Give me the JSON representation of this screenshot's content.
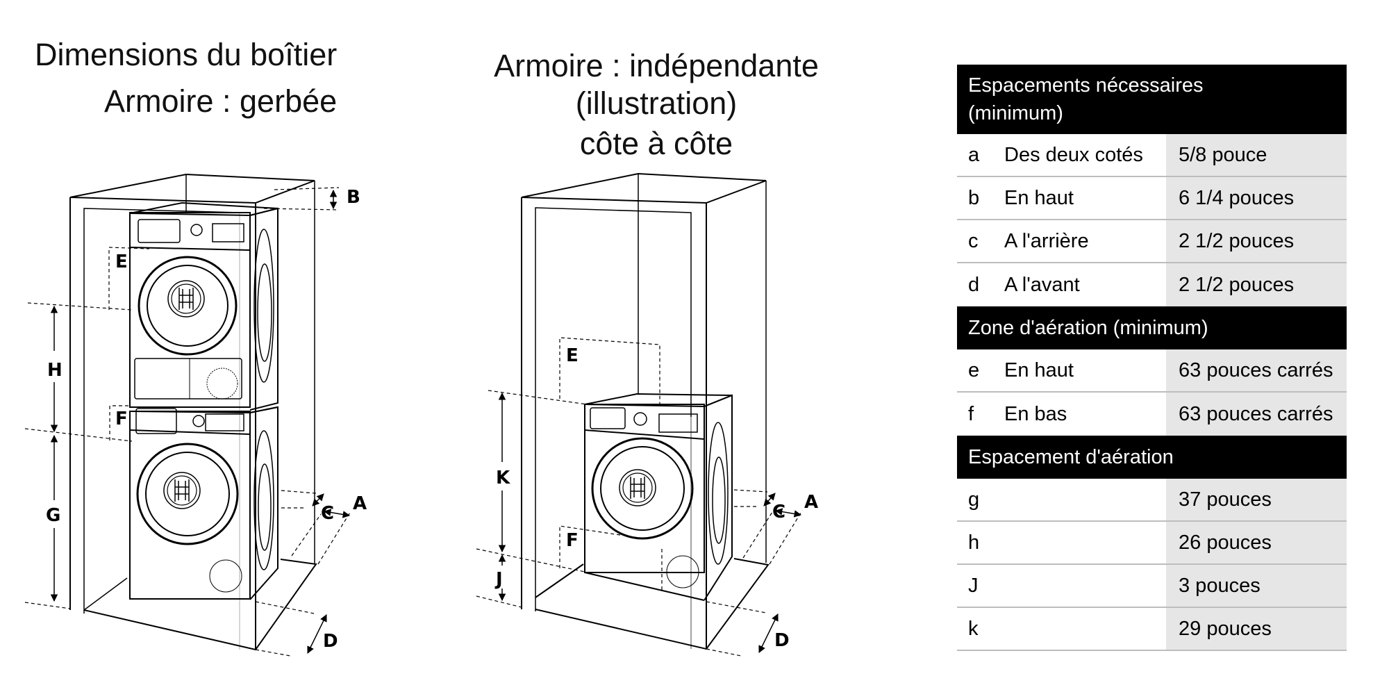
{
  "left_diagram": {
    "title_line1": "Dimensions du boîtier",
    "title_line2": "Armoire : gerbée",
    "labels": [
      "B",
      "E",
      "H",
      "F",
      "G",
      "C",
      "A",
      "D"
    ]
  },
  "middle_diagram": {
    "title_line1": "Armoire : indépendante",
    "title_line2": "(illustration)",
    "title_line3": "côte à côte",
    "labels": [
      "E",
      "K",
      "F",
      "J",
      "C",
      "A",
      "D"
    ]
  },
  "table": {
    "sections": [
      {
        "header": "Espacements nécessaires (minimum)",
        "header_line1": "Espacements nécessaires",
        "header_line2": "(minimum)",
        "rows": [
          {
            "code": "a",
            "label": "Des deux cotés",
            "value": "5/8 pouce"
          },
          {
            "code": "b",
            "label": "En haut",
            "value": "6 1/4 pouces"
          },
          {
            "code": "c",
            "label": "A l'arrière",
            "value": "2 1/2 pouces"
          },
          {
            "code": "d",
            "label": "A l'avant",
            "value": "2 1/2 pouces"
          }
        ]
      },
      {
        "header": "Zone d'aération (minimum)",
        "rows": [
          {
            "code": "e",
            "label": "En haut",
            "value": "63 pouces carrés"
          },
          {
            "code": "f",
            "label": "En bas",
            "value": "63 pouces carrés"
          }
        ]
      },
      {
        "header": "Espacement d'aération",
        "rows": [
          {
            "code": "g",
            "label": "",
            "value": "37 pouces"
          },
          {
            "code": "h",
            "label": "",
            "value": "26 pouces"
          },
          {
            "code": "J",
            "label": "",
            "value": "3 pouces"
          },
          {
            "code": "k",
            "label": "",
            "value": "29 pouces"
          }
        ]
      }
    ]
  },
  "colors": {
    "header_bg": "#000000",
    "header_text": "#ffffff",
    "value_column_bg": "#e6e6e6",
    "row_divider": "#bdbdbd"
  }
}
